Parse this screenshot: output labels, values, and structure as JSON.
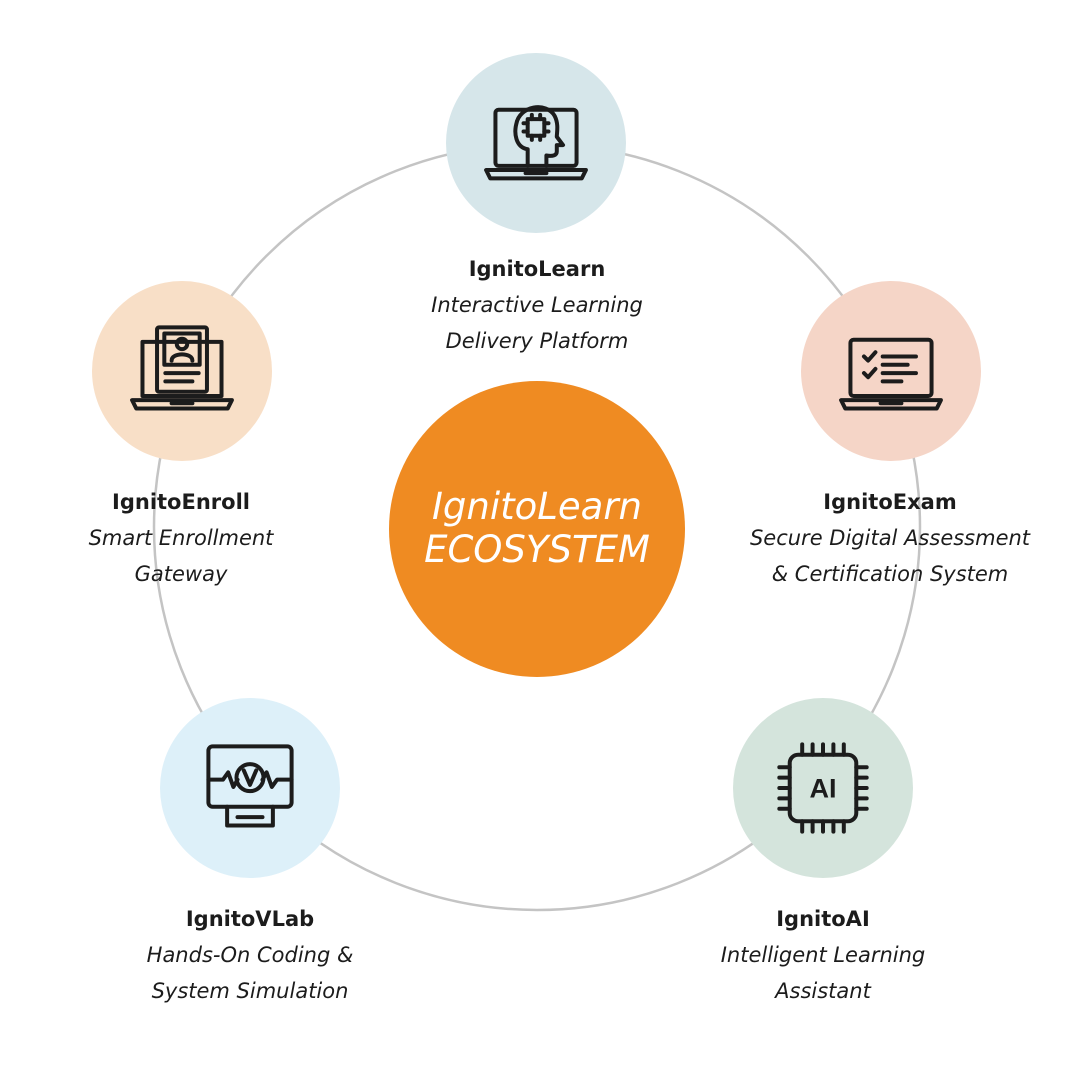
{
  "center": {
    "line1": "IgnitoLearn",
    "line2": "ECOSYSTEM",
    "color": "#ef8b22"
  },
  "ring_color": "#c4c4c4",
  "nodes": [
    {
      "key": "learn",
      "icon": "laptop-brain-chip-icon",
      "bg": "#d6e6ea",
      "name": "IgnitoLearn",
      "desc1": "Interactive Learning",
      "desc2": "Delivery Platform"
    },
    {
      "key": "exam",
      "icon": "laptop-checklist-icon",
      "bg": "#f5d5c7",
      "name": "IgnitoExam",
      "desc1": "Secure Digital Assessment",
      "desc2": "& Certification System"
    },
    {
      "key": "ai",
      "icon": "ai-chip-icon",
      "bg": "#d4e4dc",
      "name": "IgnitoAI",
      "desc1": "Intelligent Learning",
      "desc2": "Assistant"
    },
    {
      "key": "vlab",
      "icon": "virtual-lab-monitor-icon",
      "bg": "#ddf0f9",
      "name": "IgnitoVLab",
      "desc1": "Hands-On Coding &",
      "desc2": "System Simulation"
    },
    {
      "key": "enroll",
      "icon": "laptop-profile-document-icon",
      "bg": "#f8dfc7",
      "name": "IgnitoEnroll",
      "desc1": "Smart Enrollment",
      "desc2": "Gateway"
    }
  ]
}
